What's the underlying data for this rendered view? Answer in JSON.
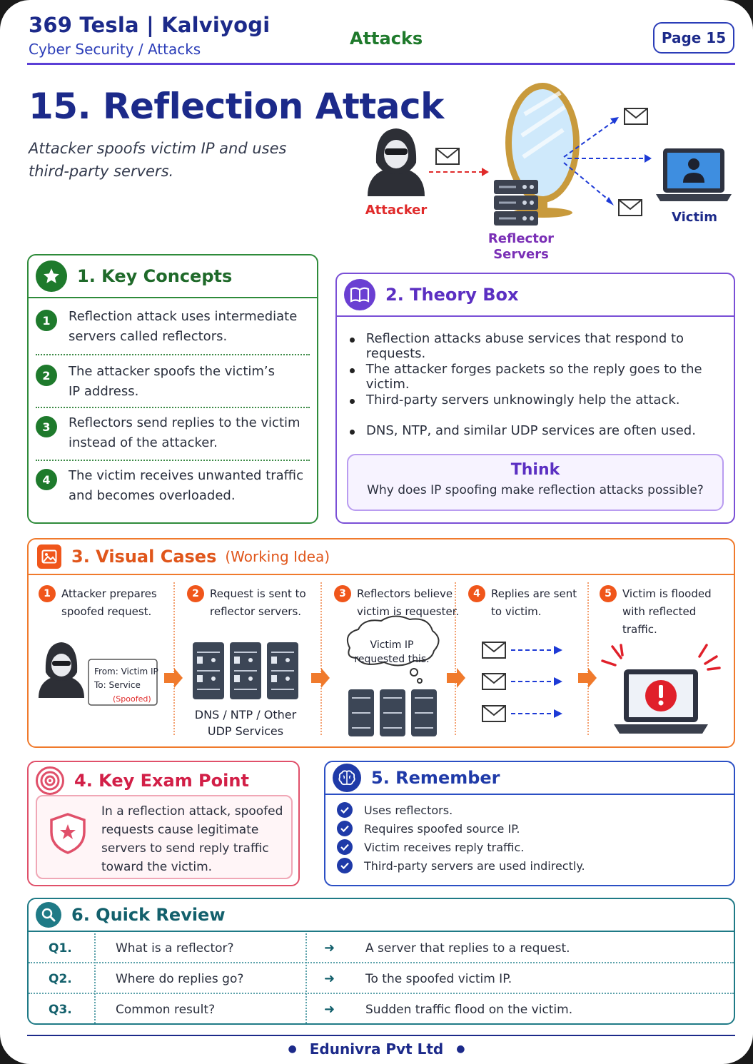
{
  "header": {
    "brand": "369 Tesla | Kalviyogi",
    "breadcrumb": "Cyber Security / Attacks",
    "topic": "Attacks",
    "page_label": "Page 15"
  },
  "title": "15. Reflection Attack",
  "subtitle": "Attacker spoofs victim IP and uses third-party servers.",
  "hero": {
    "attacker_label": "Attacker",
    "reflector_label_1": "Reflector",
    "reflector_label_2": "Servers",
    "victim_label": "Victim"
  },
  "key_concepts": {
    "title": "1. Key Concepts",
    "items": [
      {
        "num": "1",
        "text_1": "Reflection attack uses intermediate",
        "text_2": "servers called reflectors."
      },
      {
        "num": "2",
        "text_1": "The attacker spoofs the victim’s",
        "text_2": "IP address."
      },
      {
        "num": "3",
        "text_1": "Reflectors send replies to the victim",
        "text_2": "instead of the attacker."
      },
      {
        "num": "4",
        "text_1": "The victim receives unwanted traffic",
        "text_2": "and becomes overloaded."
      }
    ]
  },
  "theory": {
    "title": "2. Theory Box",
    "items": [
      "Reflection attacks abuse services that respond to requests.",
      "The attacker forges packets so the reply goes to the victim.",
      "Third-party servers unknowingly help the attack.",
      "DNS, NTP, and similar UDP services are often used."
    ],
    "think_title": "Think",
    "think_question": "Why does IP spoofing make reflection attacks possible?"
  },
  "visual_cases": {
    "title": "3. Visual Cases",
    "subtitle": "(Working Idea)",
    "steps": [
      {
        "num": "1",
        "line_1": "Attacker prepares",
        "line_2": "spoofed request."
      },
      {
        "num": "2",
        "line_1": "Request is sent to",
        "line_2": "reflector servers."
      },
      {
        "num": "3",
        "line_1": "Reflectors believe",
        "line_2": "victim is requester."
      },
      {
        "num": "4",
        "line_1": "Replies are sent",
        "line_2": "to victim."
      },
      {
        "num": "5",
        "line_1": "Victim is flooded",
        "line_2": "with reflected traffic."
      }
    ],
    "packet_from": "From: Victim IP",
    "packet_to": "To: Service",
    "packet_tag": "(Spoofed)",
    "services_line_1": "DNS / NTP / Other",
    "services_line_2": "UDP Services",
    "bubble_line_1": "Victim IP",
    "bubble_line_2": "requested this."
  },
  "exam": {
    "title": "4. Key Exam Point",
    "text": "In a reflection attack, spoofed requests cause legitimate servers to send reply traffic toward the victim."
  },
  "remember": {
    "title": "5. Remember",
    "items": [
      "Uses reflectors.",
      "Requires spoofed source IP.",
      "Victim receives reply traffic.",
      "Third-party servers are used indirectly."
    ]
  },
  "quick_review": {
    "title": "6. Quick Review",
    "rows": [
      {
        "q": "Q1.",
        "question": "What is a reflector?",
        "answer": "A server that replies to a request."
      },
      {
        "q": "Q2.",
        "question": "Where do replies go?",
        "answer": "To the spoofed victim IP."
      },
      {
        "q": "Q3.",
        "question": "Common result?",
        "answer": "Sudden traffic flood on the victim."
      }
    ]
  },
  "footer": "Edunivra Pvt Ltd",
  "colors": {
    "brand": "#1c2a8a",
    "concepts": "#2e8b3a",
    "theory": "#7a4fd6",
    "visual": "#f07a2c",
    "exam": "#e0506a",
    "remember": "#2b4fc4",
    "review": "#1f7a86"
  }
}
